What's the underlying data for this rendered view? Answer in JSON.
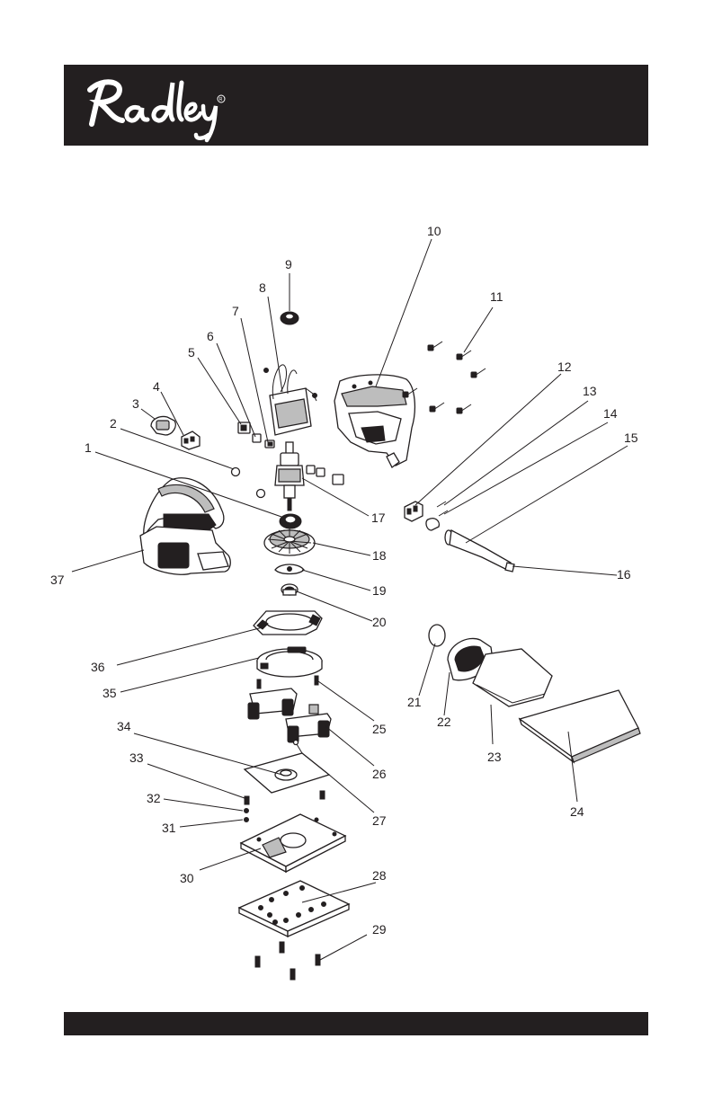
{
  "brand": {
    "name": "Radley",
    "registered_mark": "®",
    "band_color": "#231f20",
    "logo_color": "#ffffff"
  },
  "diagram": {
    "callouts": [
      "1",
      "2",
      "3",
      "4",
      "5",
      "6",
      "7",
      "8",
      "9",
      "10",
      "11",
      "12",
      "13",
      "14",
      "15",
      "16",
      "17",
      "18",
      "19",
      "20",
      "21",
      "22",
      "23",
      "24",
      "25",
      "26",
      "27",
      "28",
      "29",
      "30",
      "31",
      "32",
      "33",
      "34",
      "35",
      "36",
      "37"
    ]
  }
}
